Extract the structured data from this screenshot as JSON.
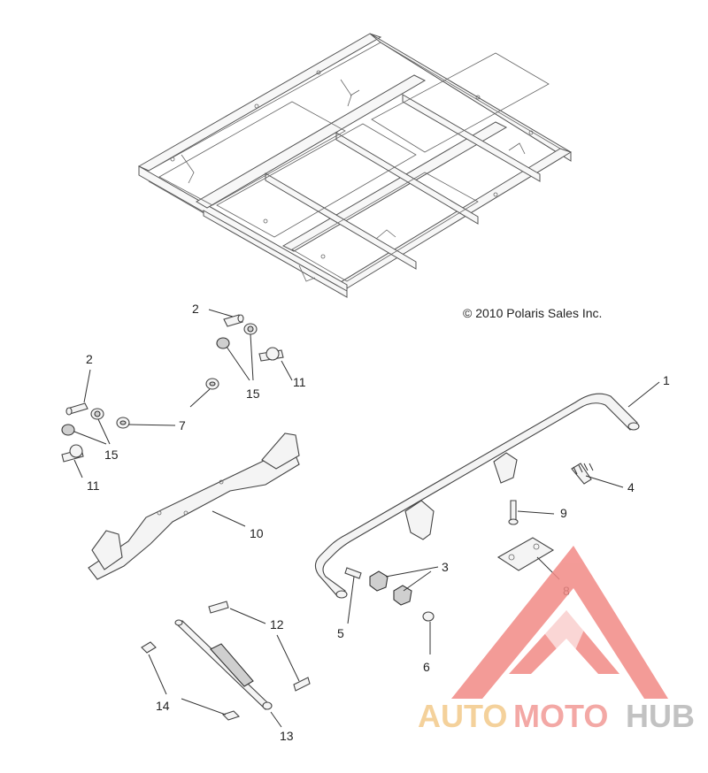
{
  "copyright": "© 2010 Polaris Sales Inc.",
  "callouts": {
    "c1": "1",
    "c2a": "2",
    "c2b": "2",
    "c3": "3",
    "c4": "4",
    "c5": "5",
    "c6": "6",
    "c7": "7",
    "c8": "8",
    "c9": "9",
    "c10": "10",
    "c11a": "11",
    "c11b": "11",
    "c12": "12",
    "c13": "13",
    "c14": "14",
    "c15a": "15",
    "c15b": "15"
  },
  "watermark": {
    "part1": "AUTO",
    "part2": "MOTO",
    "part3": "HUB",
    "colors": {
      "auto": "#f3c98a",
      "moto": "#f29a96",
      "hub": "#b8b8b8",
      "logo": "#f28a86"
    }
  }
}
